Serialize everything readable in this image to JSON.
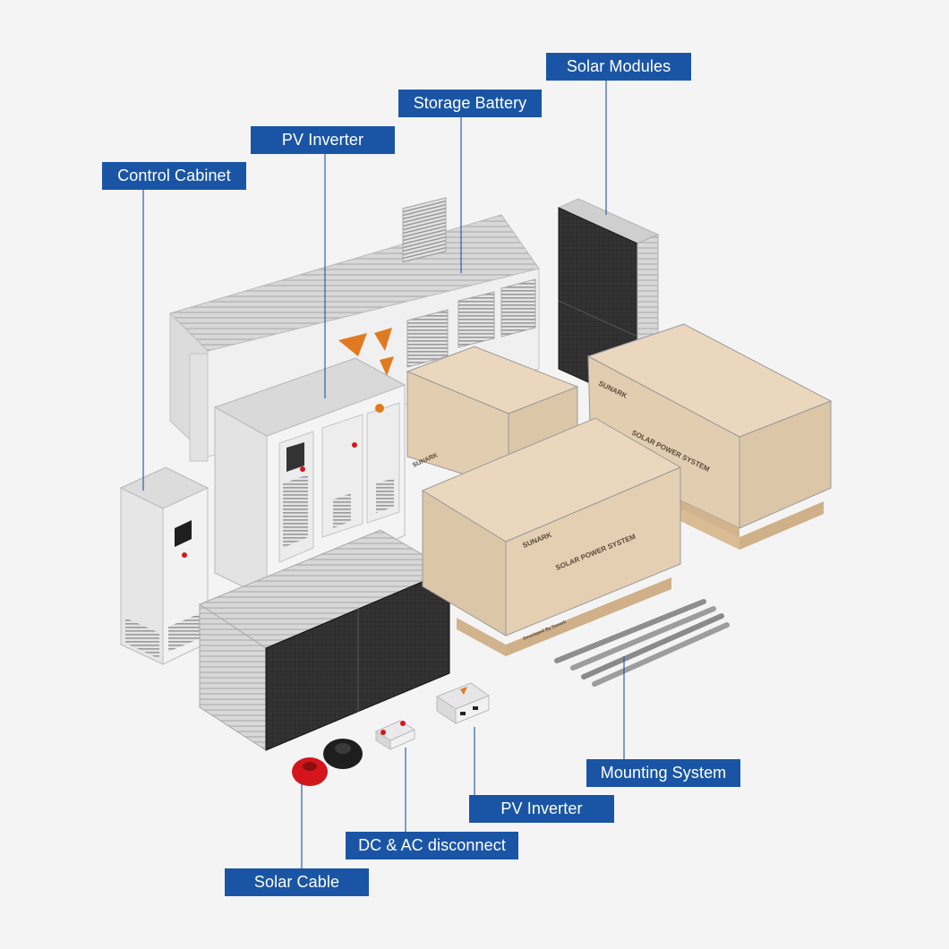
{
  "labels": {
    "solar_modules": "Solar Modules",
    "storage_battery": "Storage Battery",
    "pv_inverter_top": "PV Inverter",
    "control_cabinet": "Control Cabinet",
    "mounting_system": "Mounting System",
    "pv_inverter_bottom": "PV Inverter",
    "dc_ac_disconnect": "DC & AC disconnect",
    "solar_cable": "Solar Cable"
  },
  "crate_markings": {
    "brand": "SUNARK",
    "product": "SOLAR POWER SYSTEM",
    "developer": "Developed By Sunark"
  },
  "colors": {
    "label_bg": "#1a55a5",
    "label_text": "#ffffff",
    "leader_line": "#1a55a5",
    "background": "#f4f4f4",
    "crate_wood": "#e6d2b8",
    "accent_orange": "#e07a20",
    "cable_red": "#d4161c",
    "cable_black": "#1e1e1e"
  }
}
